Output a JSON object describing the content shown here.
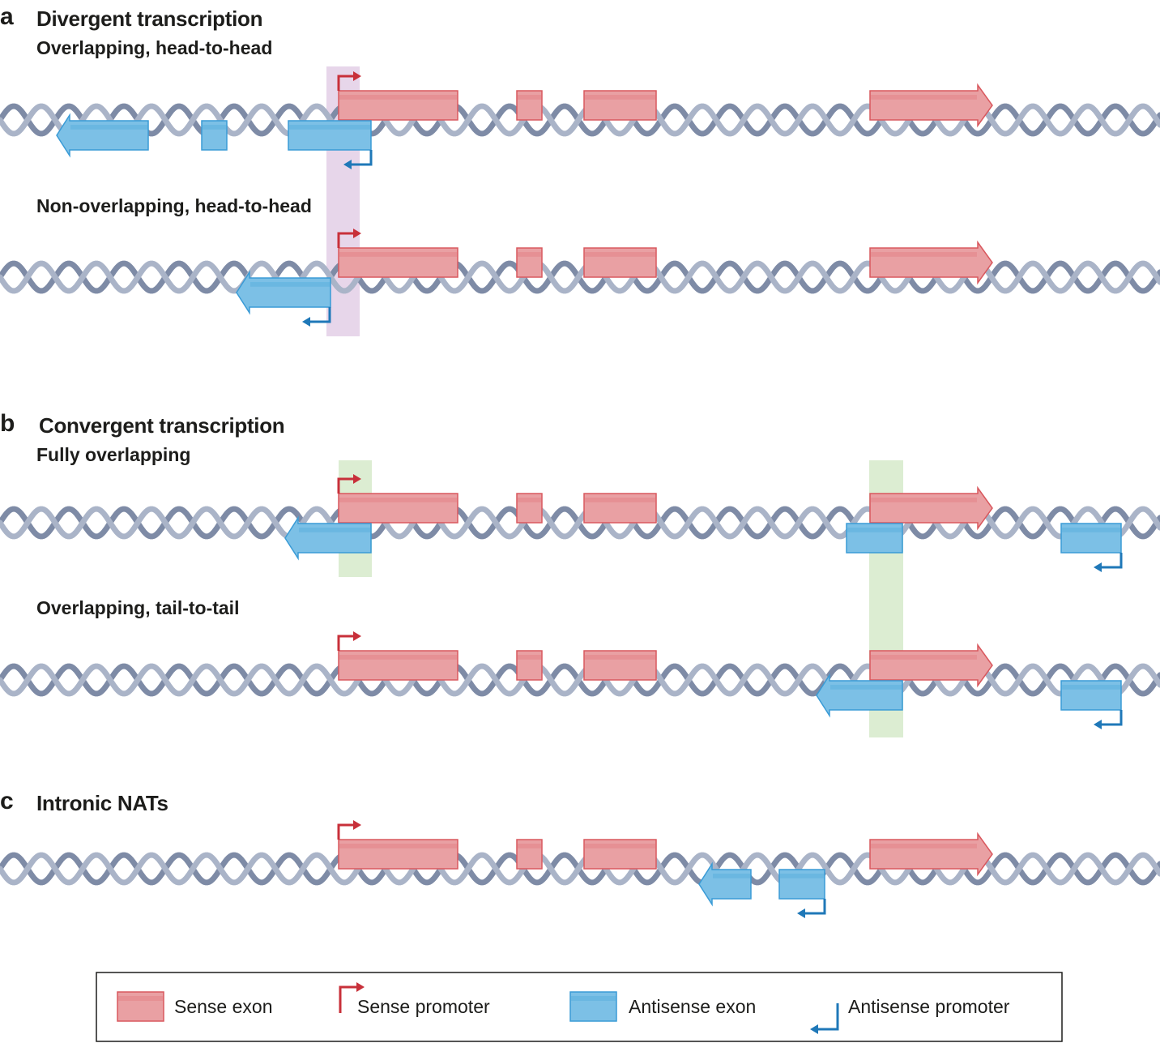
{
  "panel_a": {
    "letter": "a",
    "title": "Divergent transcription",
    "row1": "Overlapping, head-to-head",
    "row2": "Non-overlapping, head-to-head"
  },
  "panel_b": {
    "letter": "b",
    "title": "Convergent transcription",
    "row1": "Fully overlapping",
    "row2": "Overlapping, tail-to-tail"
  },
  "panel_c": {
    "letter": "c",
    "title": "Intronic NATs"
  },
  "legend": {
    "sense_exon": "Sense exon",
    "sense_promoter": "Sense promoter",
    "antisense_exon": "Antisense exon",
    "antisense_promoter": "Antisense promoter"
  },
  "colors": {
    "sense_fill": "#e9a0a3",
    "sense_stroke": "#d9585e",
    "sense_promoter": "#c8303a",
    "antisense_fill": "#7cc0e6",
    "antisense_stroke": "#3a9bd6",
    "antisense_promoter": "#1f78b8",
    "dna": "#aab4c8",
    "dna_back": "#7e8ba6",
    "highlight_divergent": "#e7d6ea",
    "highlight_convergent": "#dcedd2"
  }
}
